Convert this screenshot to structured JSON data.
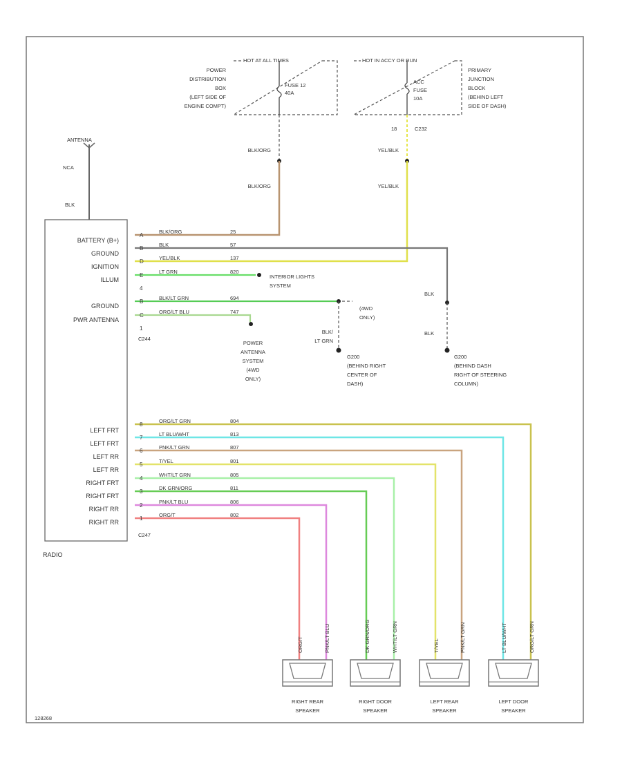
{
  "labels": {
    "hot_at_all_times": "HOT AT ALL TIMES",
    "hot_in_accy_run": "HOT IN ACCY OR RUN",
    "pdb": [
      "POWER",
      "DISTRIBUTION",
      "BOX",
      "(LEFT SIDE OF",
      "ENGINE COMPT)"
    ],
    "fuse1": [
      "FUSE 12",
      "40A"
    ],
    "fuse2": [
      "ACC",
      "FUSE",
      "10A"
    ],
    "pjb": [
      "PRIMARY",
      "JUNCTION",
      "BLOCK",
      "(BEHIND LEFT",
      "SIDE OF DASH)"
    ],
    "c232_pin": "18",
    "c232": "C232",
    "antenna": "ANTENNA",
    "nca": "NCA",
    "blk": "BLK",
    "blk_org_1": "BLK/ORG",
    "blk_org_2": "BLK/ORG",
    "yel_blk_1": "YEL/BLK",
    "yel_blk_2": "YEL/BLK",
    "interior_lights": [
      "INTERIOR LIGHTS",
      "SYSTEM"
    ],
    "only_4wd": [
      "(4WD",
      "ONLY)"
    ],
    "blk_lt_grn": [
      "BLK/",
      "LT GRN"
    ],
    "power_antenna": [
      "POWER",
      "ANTENNA",
      "SYSTEM",
      "(4WD",
      "ONLY)"
    ],
    "c244": "C244",
    "g_right": [
      "G200",
      "(BEHIND RIGHT",
      "CENTER OF",
      "DASH)"
    ],
    "blk_mid": "BLK",
    "blk_low": "BLK",
    "g_left": [
      "G200",
      "(BEHIND DASH",
      "RIGHT OF STEERING",
      "COLUMN)"
    ],
    "c247": "C247",
    "radio": "RADIO",
    "footer": "128268"
  },
  "radio_functions": [
    "BATTERY (B+)",
    "GROUND",
    "IGNITION",
    "ILLUM",
    "",
    "GROUND",
    "PWR ANTENNA"
  ],
  "radio_speaker_functions": [
    "LEFT FRT",
    "LEFT FRT",
    "LEFT RR",
    "LEFT RR",
    "RIGHT FRT",
    "RIGHT FRT",
    "RIGHT RR",
    "RIGHT RR"
  ],
  "c244_wires": [
    {
      "pin": "A",
      "color": "BLK/ORG",
      "circuit": "25",
      "stroke": "#b89470"
    },
    {
      "pin": "B",
      "color": "BLK",
      "circuit": "57",
      "stroke": "#777777"
    },
    {
      "pin": "D",
      "color": "YEL/BLK",
      "circuit": "137",
      "stroke": "#d9d94a"
    },
    {
      "pin": "E",
      "color": "LT GRN",
      "circuit": "820",
      "stroke": "#66dd66"
    },
    {
      "pin": "4",
      "color": "",
      "circuit": "",
      "stroke": ""
    },
    {
      "pin": "B",
      "color": "BLK/LT GRN",
      "circuit": "694",
      "stroke": "#55cc55"
    },
    {
      "pin": "C",
      "color": "ORG/LT BLU",
      "circuit": "747",
      "stroke": "#a8d890"
    },
    {
      "pin": "1",
      "color": "",
      "circuit": "",
      "stroke": ""
    }
  ],
  "c247_wires": [
    {
      "pin": "8",
      "color": "ORG/LT GRN",
      "circuit": "804",
      "stroke": "#c9c24e"
    },
    {
      "pin": "7",
      "color": "LT BLU/WHT",
      "circuit": "813",
      "stroke": "#6ee6e6"
    },
    {
      "pin": "6",
      "color": "PNK/LT GRN",
      "circuit": "807",
      "stroke": "#c9a47f"
    },
    {
      "pin": "5",
      "color": "T/YEL",
      "circuit": "801",
      "stroke": "#e3e36a"
    },
    {
      "pin": "4",
      "color": "WHT/LT GRN",
      "circuit": "805",
      "stroke": "#a8f0a8"
    },
    {
      "pin": "3",
      "color": "DK GRN/ORG",
      "circuit": "811",
      "stroke": "#66cc55"
    },
    {
      "pin": "2",
      "color": "PNK/LT BLU",
      "circuit": "806",
      "stroke": "#dd88dd"
    },
    {
      "pin": "1",
      "color": "ORG/T",
      "circuit": "802",
      "stroke": "#f08080"
    }
  ],
  "speakers": [
    {
      "name": [
        "RIGHT REAR",
        "SPEAKER"
      ],
      "wire_labels": [
        "ORG/T",
        "PNK/LT BLU"
      ]
    },
    {
      "name": [
        "RIGHT DOOR",
        "SPEAKER"
      ],
      "wire_labels": [
        "DK GRN/ORG",
        "WHT/LT GRN"
      ]
    },
    {
      "name": [
        "LEFT REAR",
        "SPEAKER"
      ],
      "wire_labels": [
        "T/YEL",
        "PNK/LT GRN"
      ]
    },
    {
      "name": [
        "LEFT DOOR",
        "SPEAKER"
      ],
      "wire_labels": [
        "LT BLU/WHT",
        "ORG/LT GRN"
      ]
    }
  ]
}
